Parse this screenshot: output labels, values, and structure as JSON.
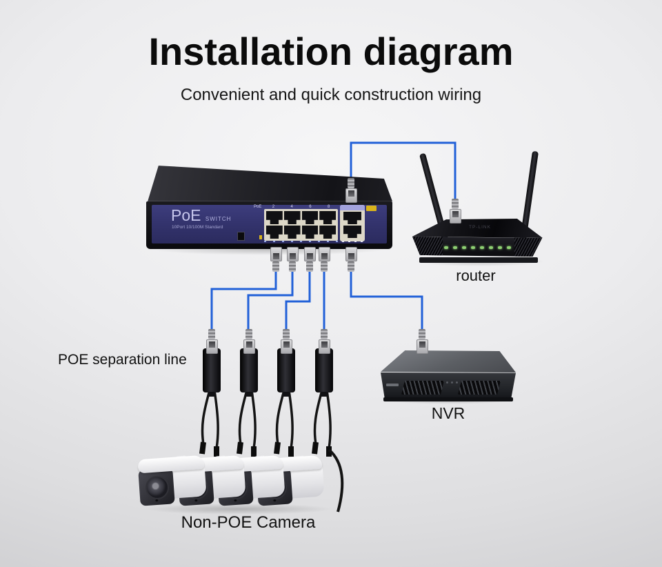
{
  "header": {
    "title": "Installation diagram",
    "subtitle": "Convenient and quick construction wiring"
  },
  "poe_switch": {
    "brand": "PoE",
    "brand_suffix": "SWITCH",
    "model": "10Port 10/100M Standard",
    "poe_ports_label": "PoE",
    "port_numbers": [
      "2",
      "4",
      "6",
      "8"
    ]
  },
  "router": {
    "label": "router",
    "brand": "TP-LINK"
  },
  "nvr": {
    "label": "NVR"
  },
  "splitters": {
    "label": "POE separation line"
  },
  "cameras": {
    "label": "Non-POE Camera"
  },
  "colors": {
    "wire-blue": "#2160d8",
    "switch-face": "#32326b",
    "port-bezel": "#ddd8c8",
    "led-green": "#8ed072",
    "badge-yellow": "#d9b41c"
  }
}
